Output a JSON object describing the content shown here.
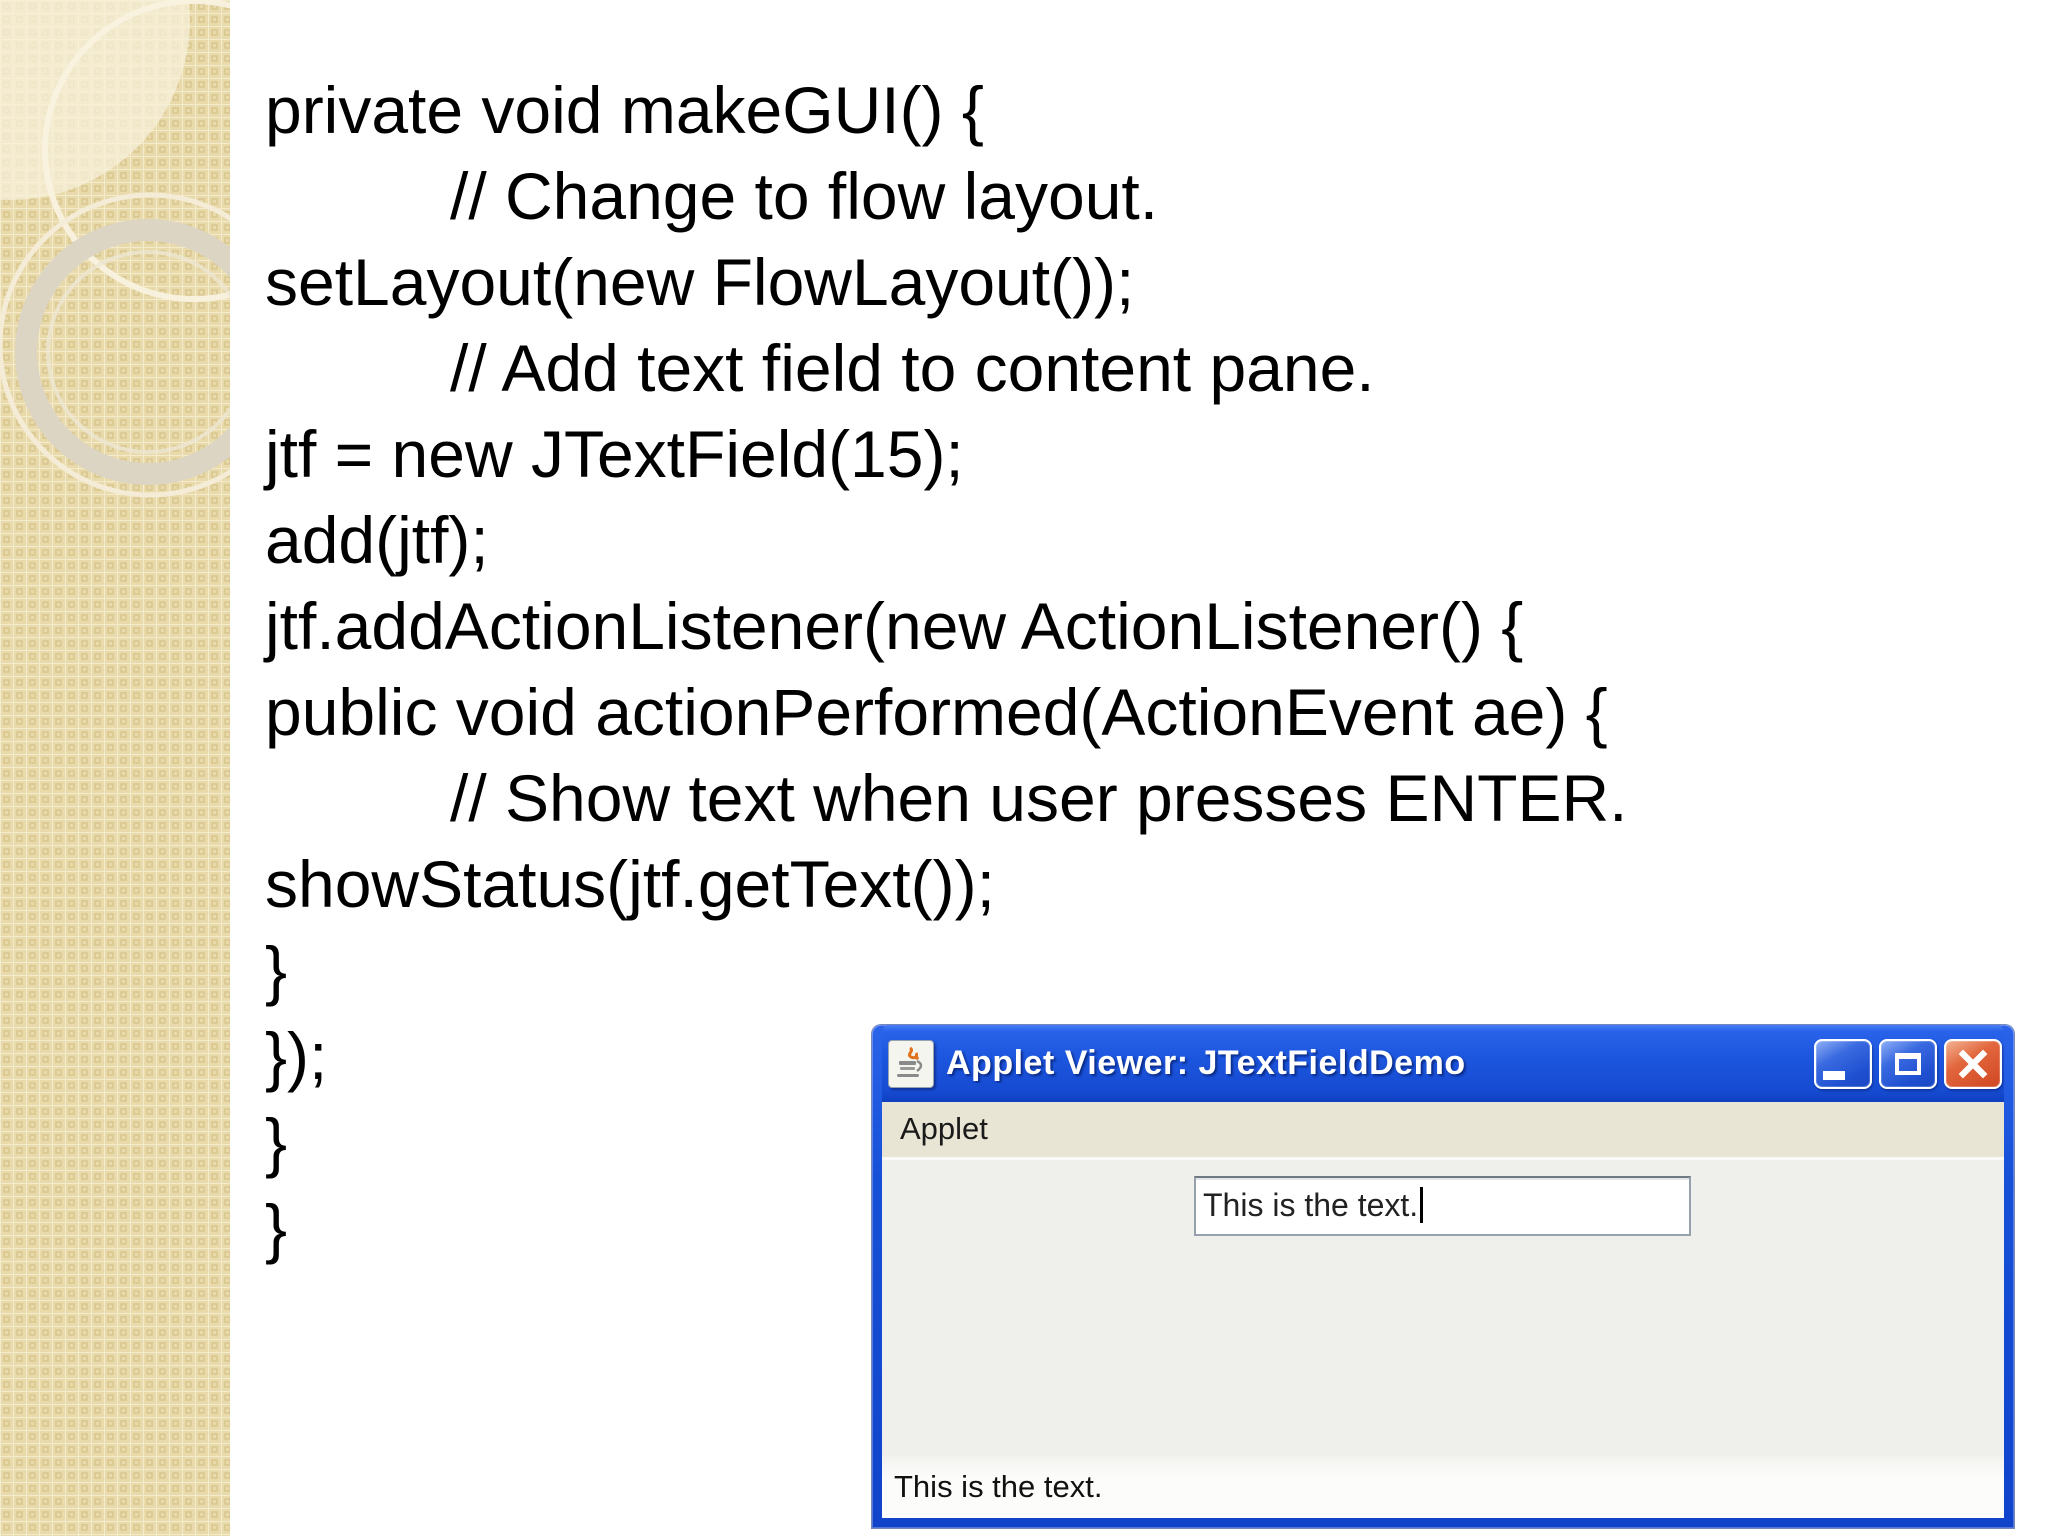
{
  "slide": {
    "background_color": "#ffffff",
    "sidebar": {
      "base_color": "#e9daab",
      "pattern": "checkered-squares",
      "decoration": "concentric-circle-rings",
      "ring_color": "#dcd5c3",
      "highlight_color": "#f8f2de"
    }
  },
  "code": {
    "text_color": "#000000",
    "lines": [
      {
        "text": "private void makeGUI() {",
        "indent": 0
      },
      {
        "text": "// Change to flow layout.",
        "indent": 1
      },
      {
        "text": "setLayout(new FlowLayout());",
        "indent": 0
      },
      {
        "text": "// Add text field to content pane.",
        "indent": 1
      },
      {
        "text": "jtf = new JTextField(15);",
        "indent": 0
      },
      {
        "text": "add(jtf);",
        "indent": 0
      },
      {
        "text": "jtf.addActionListener(new ActionListener() {",
        "indent": 0
      },
      {
        "text": "public void actionPerformed(ActionEvent ae) {",
        "indent": 0
      },
      {
        "text": "// Show text when user presses ENTER.",
        "indent": 1
      },
      {
        "text": "showStatus(jtf.getText());",
        "indent": 0
      },
      {
        "text": "}",
        "indent": 0
      },
      {
        "text": "});",
        "indent": 0
      },
      {
        "text": "}",
        "indent": 0
      },
      {
        "text": "}",
        "indent": 0
      }
    ]
  },
  "applet_window": {
    "title": "Applet Viewer: JTextFieldDemo",
    "title_icon": "java-coffee-cup-icon",
    "window_controls": {
      "minimize": "minimize-icon",
      "maximize": "maximize-icon",
      "close": "close-icon"
    },
    "menu": [
      {
        "label": "Applet"
      }
    ],
    "text_field": {
      "value": "This is the text.",
      "caret_visible": true
    },
    "status_text": "This is the text.",
    "colors": {
      "titlebar_blue": "#1c55dd",
      "frame_blue": "#1345cf",
      "close_button_red": "#d6512d",
      "control_button_blue": "#2d5cd8",
      "menubar_beige": "#e9e5d4",
      "content_gray": "#efefec",
      "statusbar_white": "#fcfcfb",
      "title_text_color": "#ffffff"
    }
  }
}
